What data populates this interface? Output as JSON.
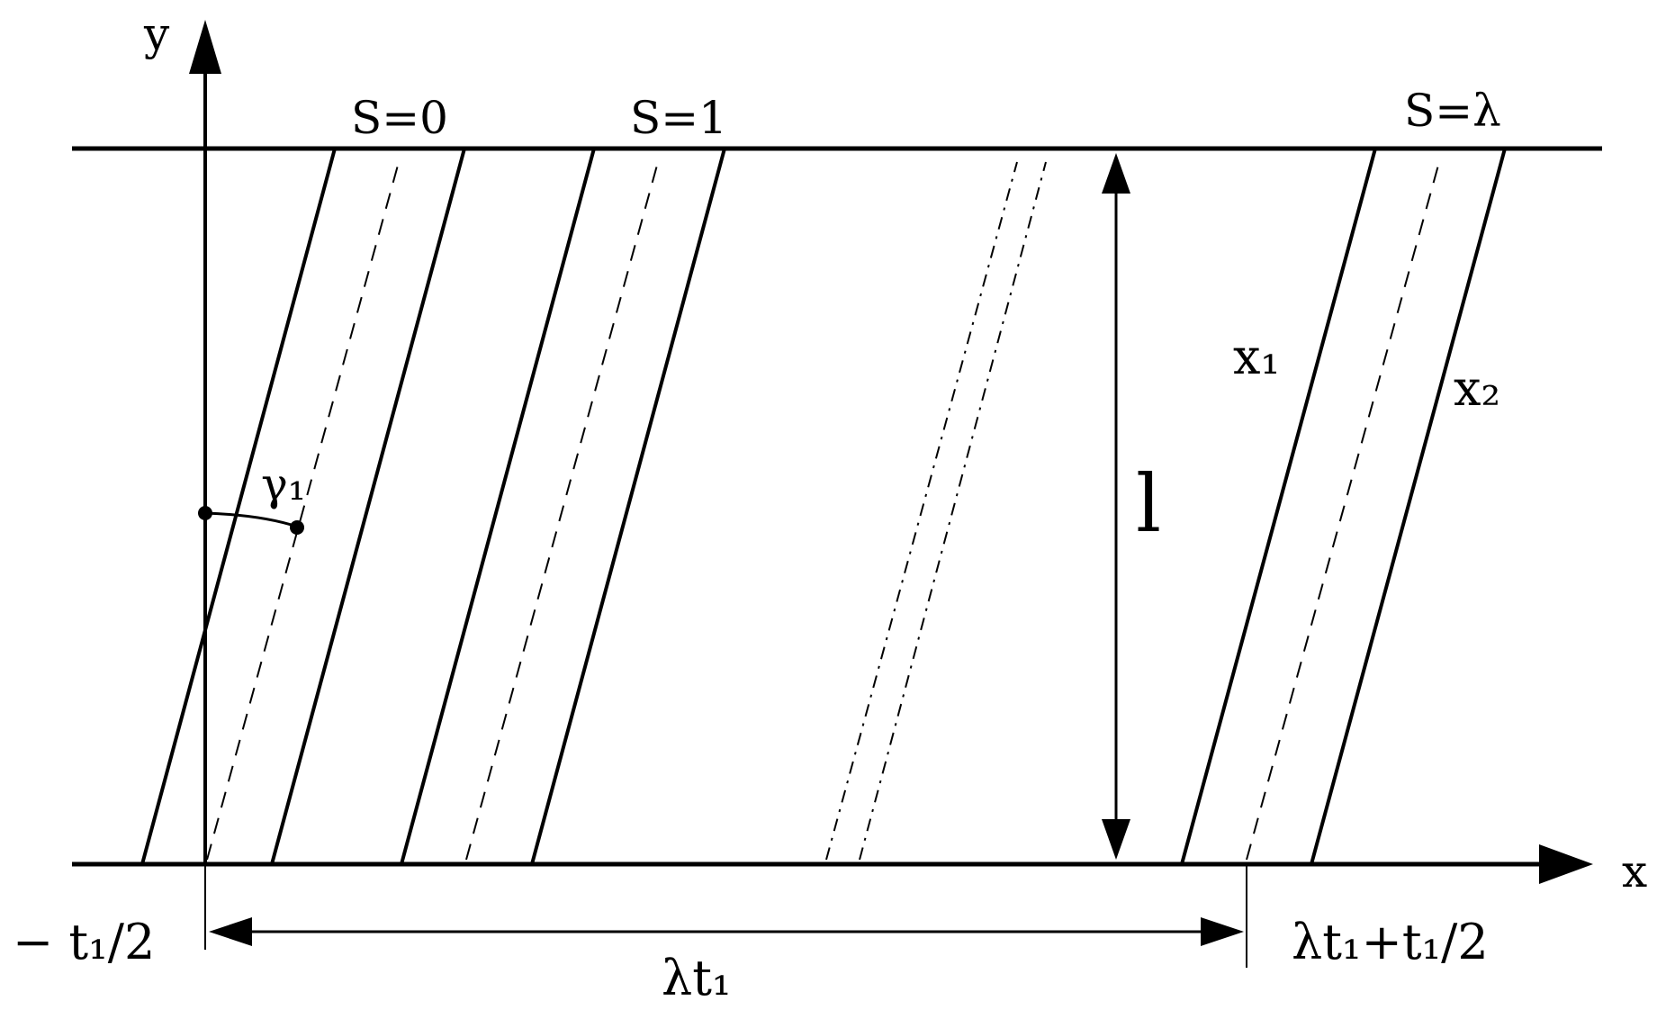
{
  "axes": {
    "x_label": "x",
    "y_label": "y"
  },
  "labels": {
    "s0": "S=0",
    "s1": "S=1",
    "slambda": "S=λ",
    "x1": "x₁",
    "x2": "x₂",
    "gamma1": "γ₁",
    "l": "l",
    "minus_t1_half": "− t₁/2",
    "lambda_t1": "λt₁",
    "lambda_t1_plus_half": "λt₁+t₁/2"
  },
  "colors": {
    "stroke": "#000000",
    "background": "#ffffff"
  }
}
